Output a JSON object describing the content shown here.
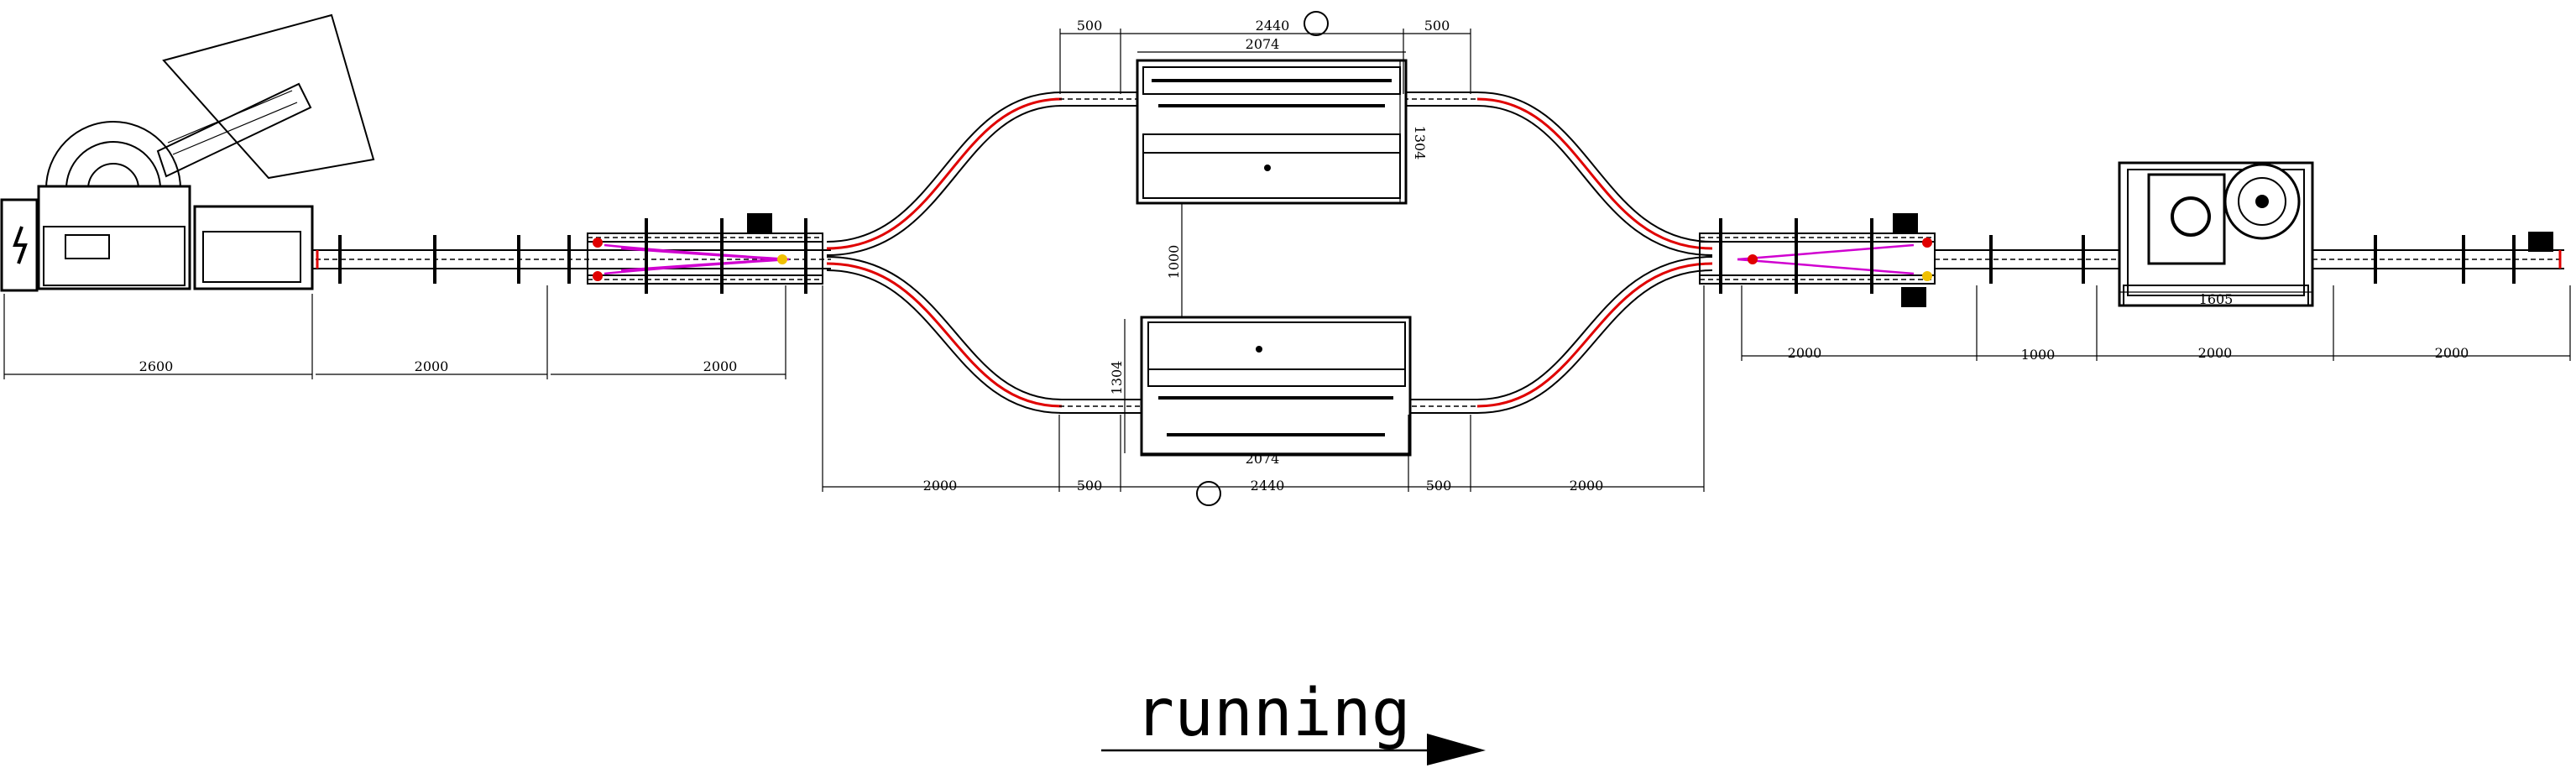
{
  "dimensions": {
    "feeder_2600": "2600",
    "left_2000_a": "2000",
    "left_2000_b": "2000",
    "top_500_left": "500",
    "top_2440": "2440",
    "top_500_right": "500",
    "top_2074": "2074",
    "top_1304": "1304",
    "gap_1000_vertical": "1000",
    "bottom_1304": "1304",
    "bottom_2074": "2074",
    "bottom_2000_left": "2000",
    "bottom_500_left": "500",
    "bottom_2440": "2440",
    "bottom_500_right": "500",
    "bottom_2000_right": "2000",
    "right_2000_a": "2000",
    "right_1000": "1000",
    "right_2000_b": "2000",
    "right_2000_c": "2000",
    "machine_1605": "1605"
  },
  "direction_label": "running",
  "colors": {
    "line": "#000000",
    "guide_rail": "#e00000",
    "merge_guides": "#d000d0",
    "marker_red": "#e00000",
    "marker_yellow": "#f0c000"
  }
}
